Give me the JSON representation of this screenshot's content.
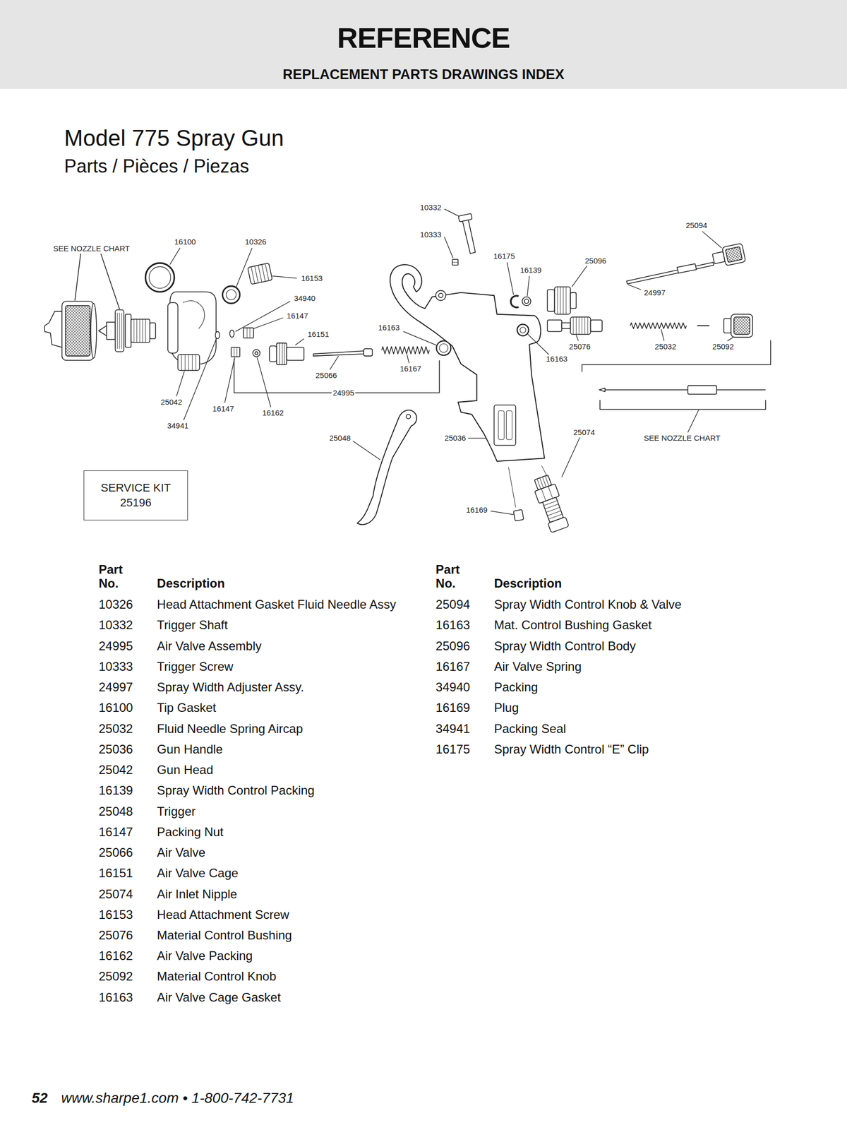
{
  "diagram": {
    "title": "Model 775 Spray Gun",
    "nodes": [
      {
        "text": [
          "REFERENCE",
          "REPLACEMENT PARTS DRAWINGS INDEX"
        ]
      },
      {
        "text": [
          "SERVICE KIT 25196"
        ]
      }
    ],
    "labels": [
      "Parts / Pièces / Piezas",
      "10332",
      "10333",
      "25094",
      "SEE NOZZLE CHART",
      "16100",
      "10326",
      "16175",
      "25096",
      "16139",
      "16153",
      "34940",
      "24997",
      "16147",
      "16151",
      "16163",
      "25076",
      "25032",
      "25092",
      "16163",
      "16167",
      "25066",
      "24995",
      "25042",
      "16147",
      "16162",
      "34941",
      "25048",
      "25036",
      "25074",
      "SEE NOZZLE CHART",
      "16169",
      "Part No.",
      "Description",
      "Part No.",
      "Description",
      "10326",
      "Head Attachment Gasket Fluid Needle Assy",
      "10332",
      "Trigger Shaft",
      "24995",
      "Air Valve Assembly",
      "10333",
      "Trigger Screw",
      "24997",
      "Spray Width Adjuster Assy.",
      "16100",
      "Tip Gasket",
      "25032",
      "Fluid Needle Spring Aircap",
      "25036",
      "Gun Handle",
      "25042",
      "Gun Head",
      "16139",
      "Spray Width Control Packing",
      "25048",
      "Trigger",
      "16147",
      "Packing Nut",
      "25066",
      "Air Valve",
      "16151",
      "Air Valve Cage",
      "25074",
      "Air Inlet Nipple",
      "16153",
      "Head Attachment Screw",
      "25076",
      "Material Control Bushing",
      "16162",
      "Air Valve Packing",
      "25092",
      "Material Control Knob",
      "16163",
      "Air Valve Cage Gasket",
      "25094",
      "Spray Width Control Knob & Valve",
      "16163",
      "Mat. Control Bushing Gasket",
      "25096",
      "Spray Width Control Body",
      "16167",
      "Air Valve Spring",
      "34940",
      "Packing",
      "16169",
      "Plug",
      "34941",
      "Packing Seal",
      "16175",
      "Spray Width Control “E” Clip",
      "52",
      "www.sharpe1.com • 1-800-742-7731"
    ]
  }
}
